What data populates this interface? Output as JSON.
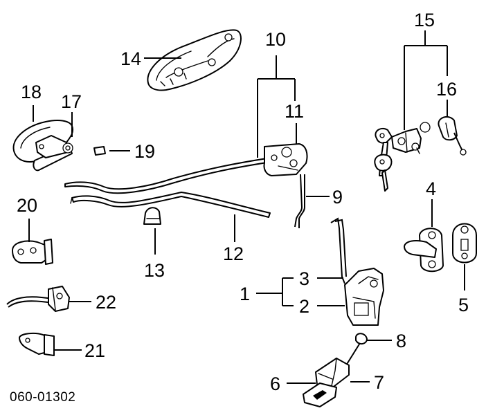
{
  "diagram_code": "060-01302",
  "callouts": {
    "c1": "1",
    "c2": "2",
    "c3": "3",
    "c4": "4",
    "c5": "5",
    "c6": "6",
    "c7": "7",
    "c8": "8",
    "c9": "9",
    "c10": "10",
    "c11": "11",
    "c12": "12",
    "c13": "13",
    "c14": "14",
    "c15": "15",
    "c16": "16",
    "c17": "17",
    "c18": "18",
    "c19": "19",
    "c20": "20",
    "c21": "21",
    "c22": "22"
  }
}
